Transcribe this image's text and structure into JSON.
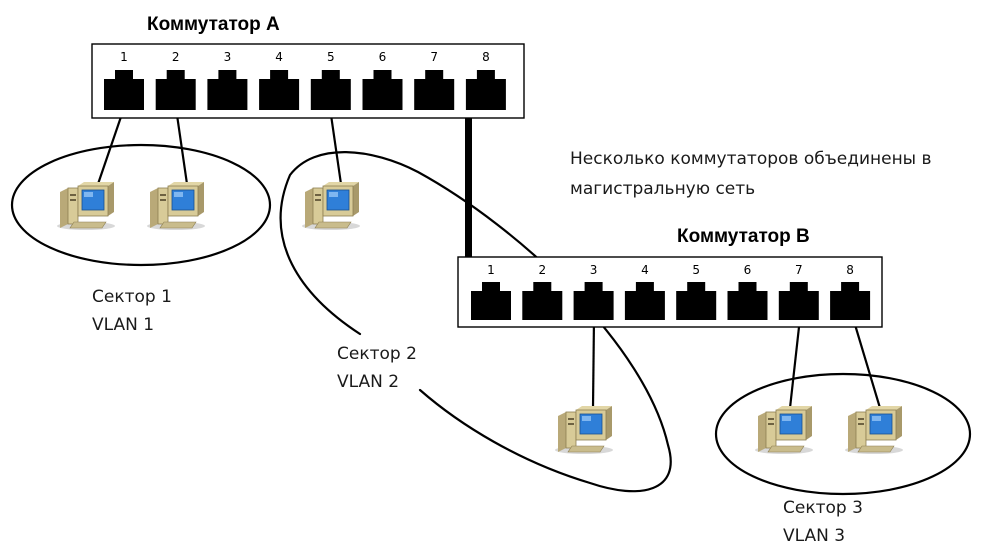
{
  "switch_a": {
    "title": "Коммутатор А",
    "ports": [
      "1",
      "2",
      "3",
      "4",
      "5",
      "6",
      "7",
      "8"
    ]
  },
  "switch_b": {
    "title": "Коммутатор В",
    "ports": [
      "1",
      "2",
      "3",
      "4",
      "5",
      "6",
      "7",
      "8"
    ]
  },
  "note": {
    "line1": "Несколько коммутаторов объединены в",
    "line2": "магистральную сеть"
  },
  "sectors": [
    {
      "name": "Сектор 1",
      "vlan": "VLAN 1"
    },
    {
      "name": "Сектор 2",
      "vlan": "VLAN 2"
    },
    {
      "name": "Сектор 3",
      "vlan": "VLAN 3"
    }
  ],
  "icons": {
    "computer": "computer-icon",
    "port": "ethernet-port-icon"
  },
  "colors": {
    "line": "#000000",
    "port": "#000000",
    "screen": "#2f7fd8",
    "case": "#cdbf8a"
  }
}
